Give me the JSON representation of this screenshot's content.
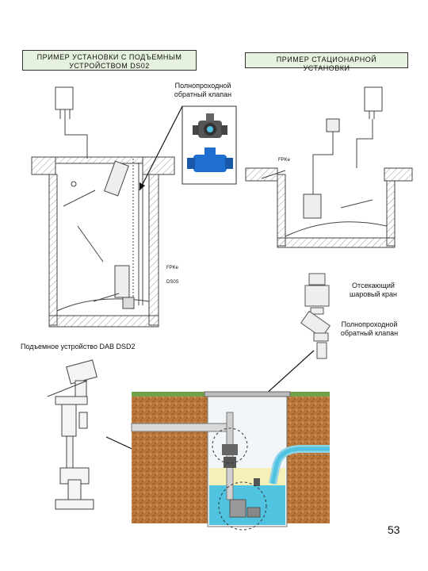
{
  "labels": {
    "lift_example": "ПРИМЕР УСТАНОВКИ С ПОДЪЕМНЫМ УСТРОЙСТВОМ DS02",
    "stationary_example": "ПРИМЕР СТАЦИОНАРНОЙ УСТАНОВКИ",
    "full_bore_check_valve_top": "Полнопроходной обратный клапан",
    "shutoff_ball_valve": "Отсекающий шаровый кран",
    "full_bore_check_valve_right": "Полнопроходной обратный клапан",
    "lift_device": "Подъемное устройство DAB DSD2"
  },
  "drawing_marks": {
    "fpk": "FPKe",
    "ds": "DS0S",
    "fpk2": "FPKe"
  },
  "page_number": "53",
  "colors": {
    "label_fill": "#e6f2df",
    "soil": "#b9773a",
    "water": "#4fc3e0",
    "valve_blue": "#1f6fd0"
  }
}
